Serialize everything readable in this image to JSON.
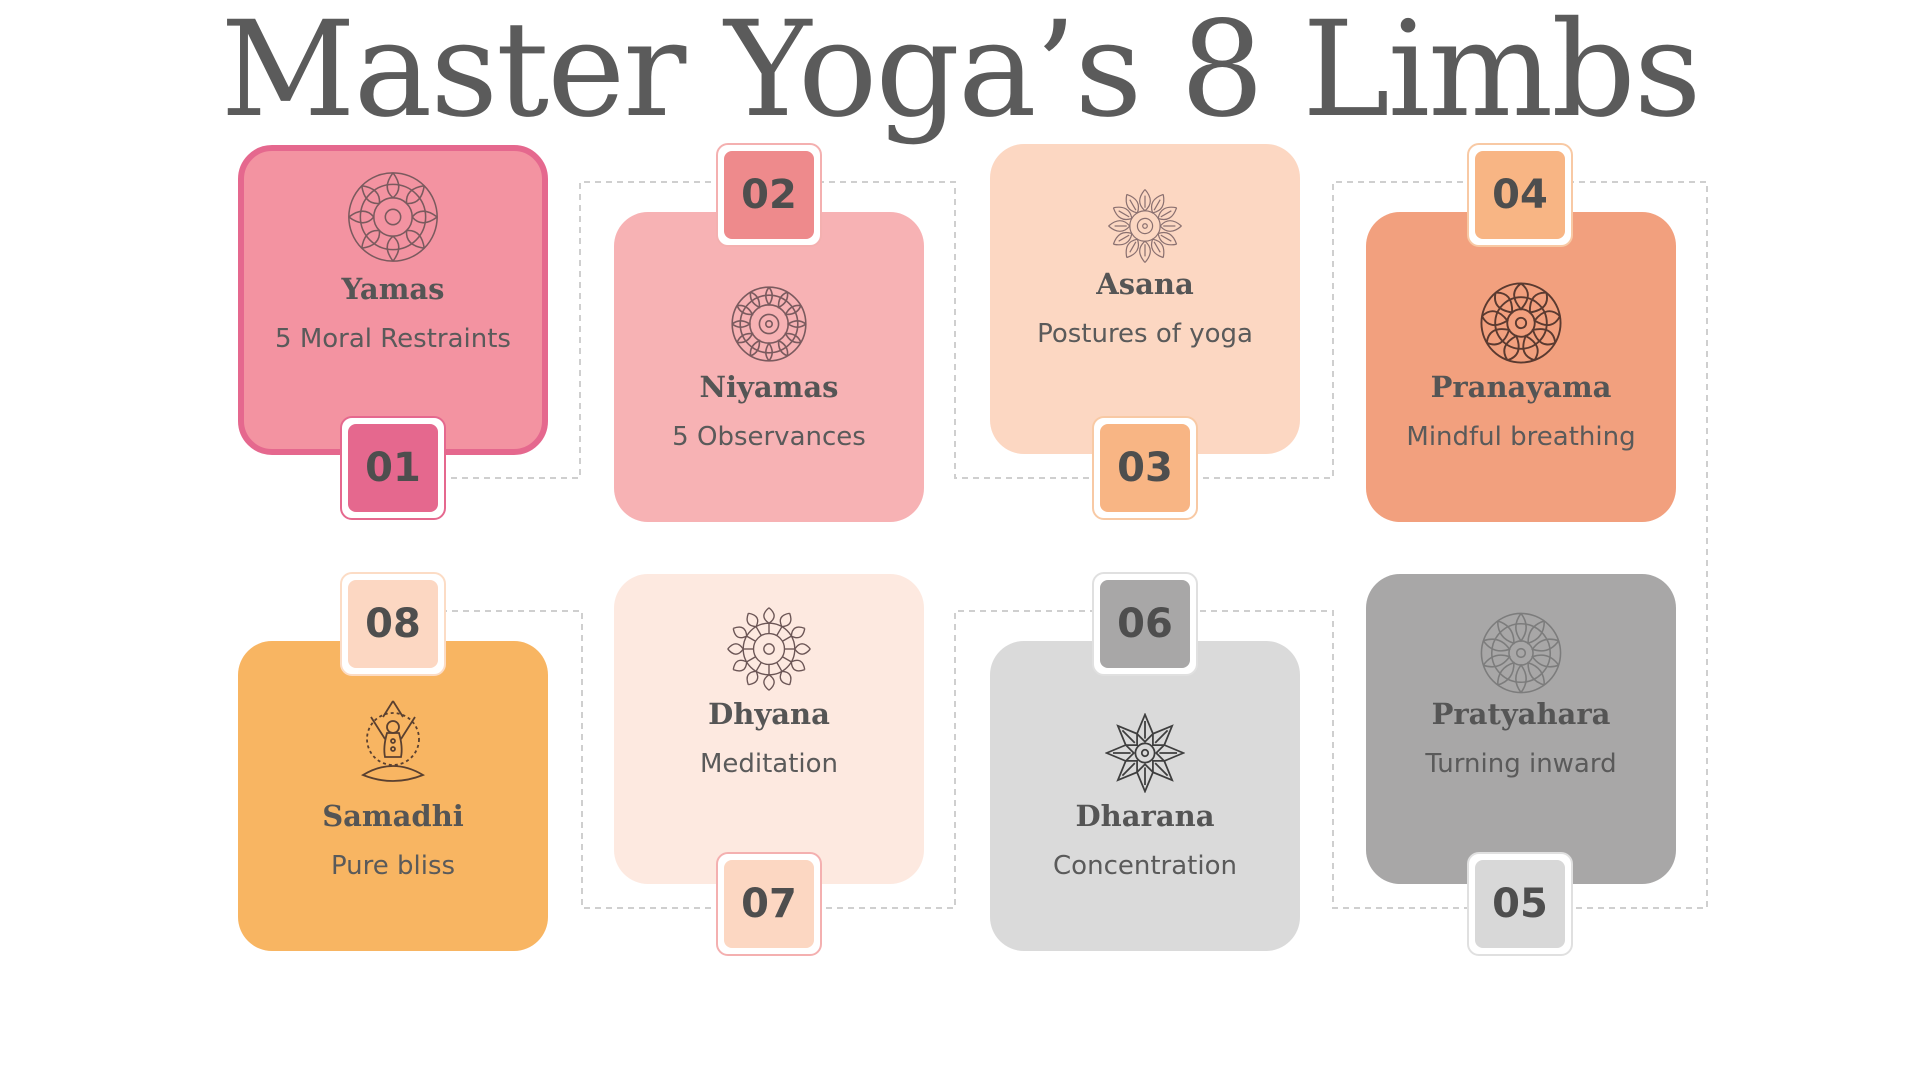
{
  "title": "Master Yoga’s 8 Limbs",
  "limbs": [
    {
      "number": "01",
      "name": "Yamas",
      "description": "5 Moral Restraints",
      "icon": "mandala-icon",
      "card_color": "#f393a1",
      "badge_color": "#e5688e",
      "frame_color": "#e5688e"
    },
    {
      "number": "02",
      "name": "Niyamas",
      "description": "5 Observances",
      "icon": "mandala-icon",
      "card_color": "#f7b2b4",
      "badge_color": "#ee8a8c",
      "frame_color": "#f4b0b0"
    },
    {
      "number": "03",
      "name": "Asana",
      "description": "Postures of yoga",
      "icon": "mandala-icon",
      "card_color": "#fcd7c2",
      "badge_color": "#f8b584",
      "frame_color": "#f8c9a4"
    },
    {
      "number": "04",
      "name": "Pranayama",
      "description": "Mindful breathing",
      "icon": "mandala-icon",
      "card_color": "#f2a07e",
      "badge_color": "#f8b584",
      "frame_color": "#f8c9a4"
    },
    {
      "number": "05",
      "name": "Pratyahara",
      "description": "Turning inward",
      "icon": "mandala-icon",
      "card_color": "#a8a7a7",
      "badge_color": "#d8d8d8",
      "frame_color": "#e0e0e0"
    },
    {
      "number": "06",
      "name": "Dharana",
      "description": "Concentration",
      "icon": "mandala-icon",
      "card_color": "#dadada",
      "badge_color": "#a8a7a7",
      "frame_color": "#e0e0e0"
    },
    {
      "number": "07",
      "name": "Dhyana",
      "description": "Meditation",
      "icon": "mandala-icon",
      "card_color": "#fde9e0",
      "badge_color": "#fcd7c2",
      "frame_color": "#f4b0b0"
    },
    {
      "number": "08",
      "name": "Samadhi",
      "description": "Pure bliss",
      "icon": "meditating-figure-icon",
      "card_color": "#f8b562",
      "badge_color": "#fcd7c2",
      "frame_color": "#fcdcc5"
    }
  ]
}
